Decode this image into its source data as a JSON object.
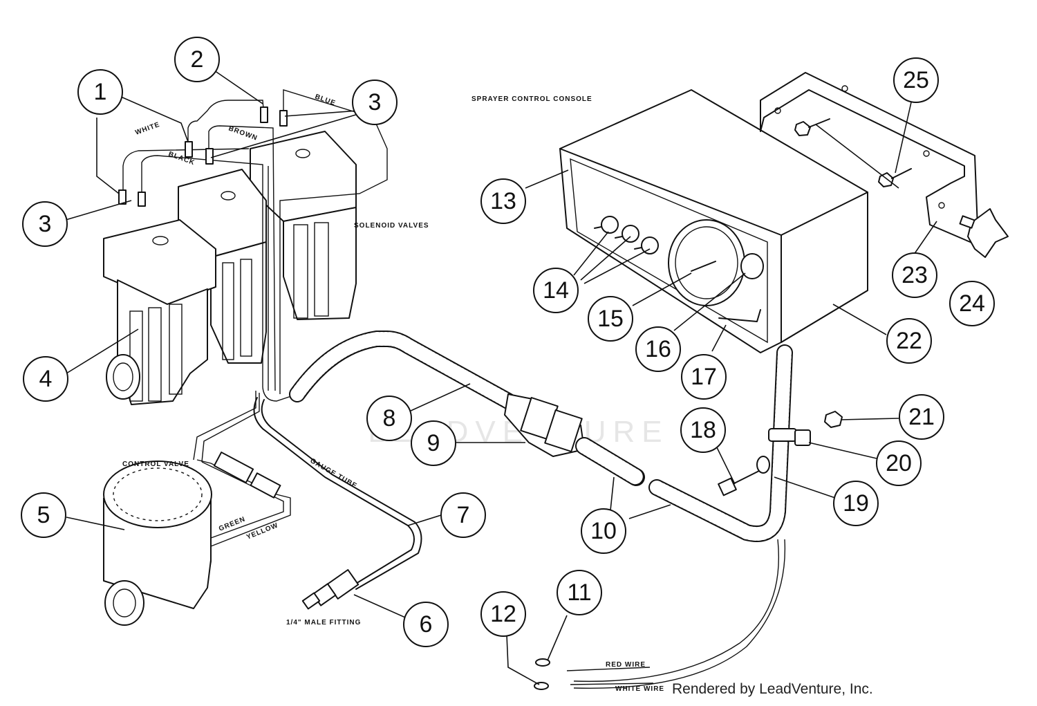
{
  "labels": {
    "white": "WHITE",
    "black": "BLACK",
    "brown": "BROWN",
    "blue": "BLUE",
    "solenoid_valves": "SOLENOID VALVES",
    "sprayer_control_console": "SPRAYER CONTROL CONSOLE",
    "control_valve": "CONTROL VALVE",
    "green": "GREEN",
    "yellow": "YELLOW",
    "gauge_tube": "GAUGE TUBE",
    "male_fitting": "1/4\" MALE FITTING",
    "red_wire": "RED WIRE",
    "white_wire": "WHITE WIRE"
  },
  "callouts": [
    "1",
    "2",
    "3",
    "3",
    "4",
    "5",
    "6",
    "7",
    "8",
    "9",
    "10",
    "11",
    "12",
    "13",
    "14",
    "15",
    "16",
    "17",
    "18",
    "19",
    "20",
    "21",
    "22",
    "23",
    "24",
    "25"
  ],
  "watermark": "LEADVENTURE",
  "credit": "Rendered by LeadVenture, Inc."
}
